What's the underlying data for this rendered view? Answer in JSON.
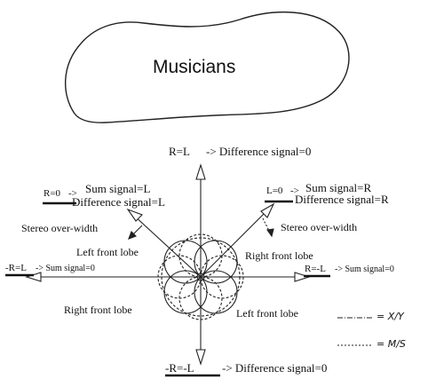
{
  "stage": {
    "title": "Musicians"
  },
  "top": {
    "condition": "R=L",
    "result": "-> Difference signal=0"
  },
  "left_upper": {
    "condition": "R=0",
    "arrow": "->",
    "sum": "Sum signal=L",
    "difference": "Difference signal=L"
  },
  "right_upper": {
    "condition": "L=0",
    "arrow": "->",
    "sum": "Sum signal=R",
    "difference": "Difference signal=R"
  },
  "over_width": {
    "left": "Stereo over-width",
    "right": "Stereo over-width"
  },
  "lobes": {
    "upper_left": "Left front lobe",
    "upper_right": "Right front lobe",
    "lower_left": "Right front lobe",
    "lower_right": "Left front lobe"
  },
  "left_axis": {
    "condition": "-R=L",
    "result": "-> Sum signal=0"
  },
  "right_axis": {
    "condition": "R=-L",
    "result": "-> Sum signal=0"
  },
  "bottom": {
    "condition": "-R=-L",
    "result": "-> Difference signal=0"
  },
  "legend": {
    "xy": "= X/Y",
    "ms": "= M/S"
  }
}
